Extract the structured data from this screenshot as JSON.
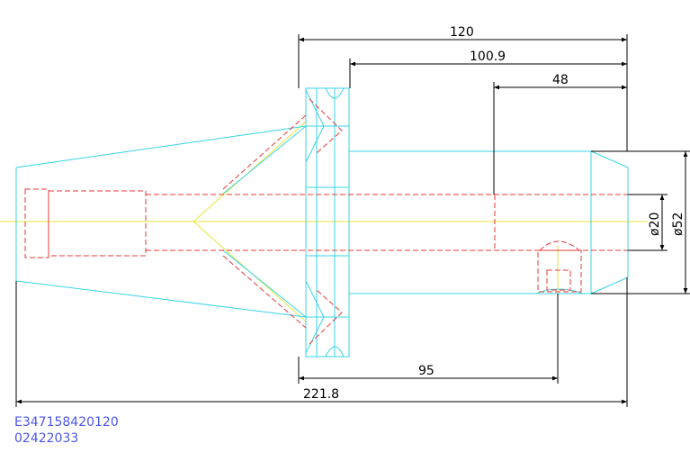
{
  "drawing": {
    "dimensions": {
      "overall_flange": "120",
      "to_shoulder": "100.9",
      "bore_depth": "48",
      "gauge_to_screw": "95",
      "total_length": "221.8",
      "bore_dia": "ø20",
      "body_dia": "ø52"
    },
    "part_code": {
      "line1": "E347158420120",
      "line2": "02422033"
    },
    "colors": {
      "outline": "#3ad4e6",
      "hidden": "#e83a3a",
      "center": "#e6e63a",
      "dimension": "#000000",
      "code_text": "#4b55e8"
    }
  }
}
